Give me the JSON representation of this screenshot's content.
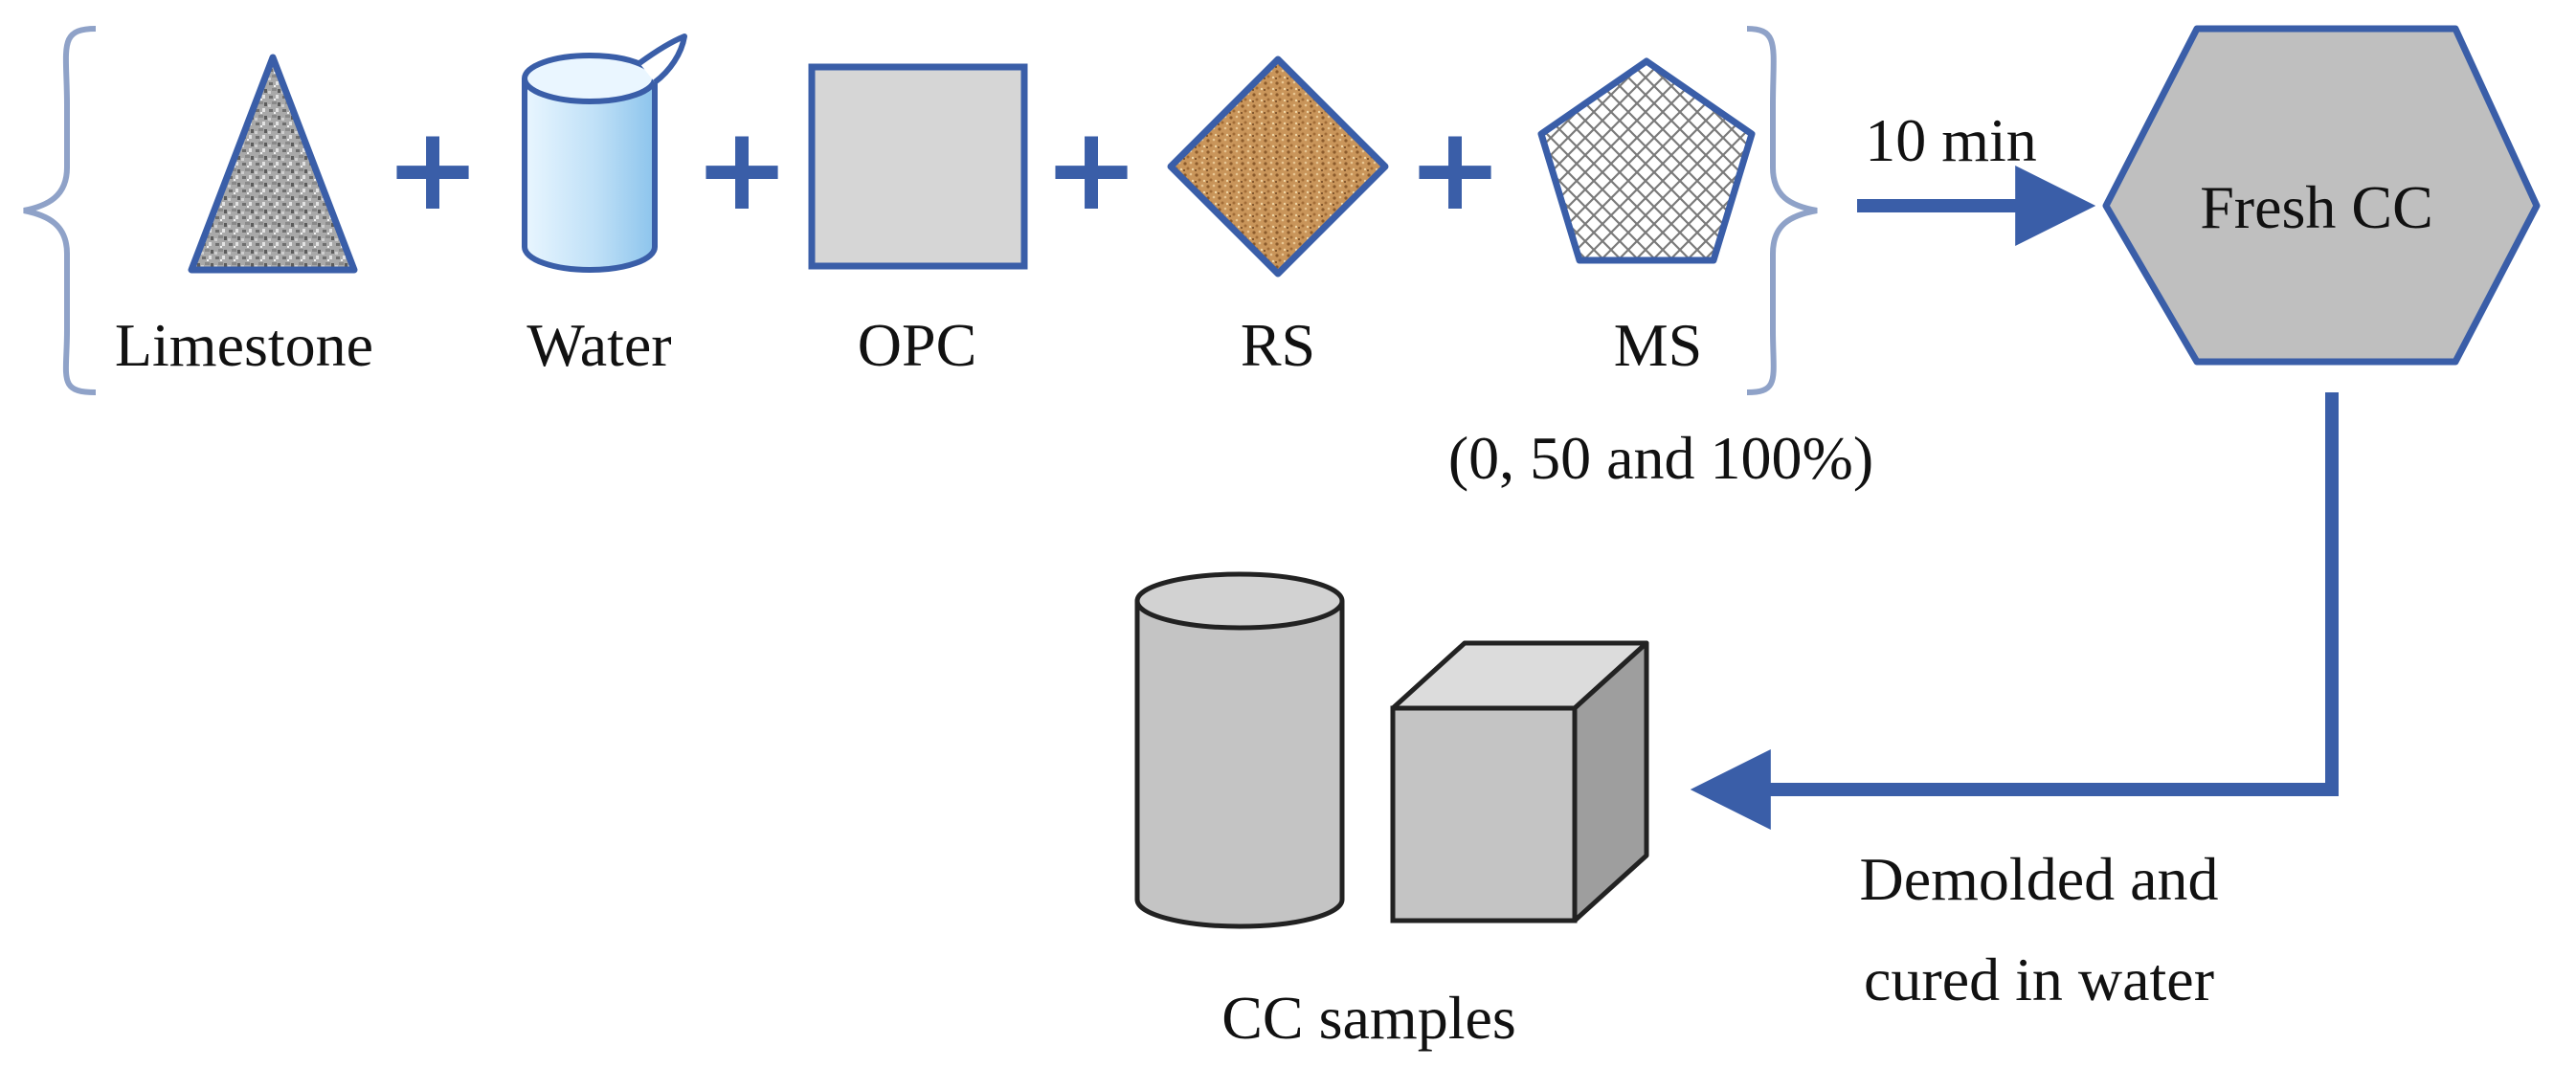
{
  "ingredients": [
    {
      "label": "Limestone",
      "icon": "limestone-triangle-icon"
    },
    {
      "label": "Water",
      "icon": "water-cylinder-icon"
    },
    {
      "label": "OPC",
      "icon": "opc-square-icon"
    },
    {
      "label": "RS",
      "icon": "rs-diamond-icon"
    },
    {
      "label": "MS",
      "icon": "ms-pentagon-icon"
    }
  ],
  "plus_symbol": "+",
  "ms_percentages": "(0, 50 and 100%)",
  "mix_time": "10 min",
  "fresh_product": "Fresh CC",
  "curing_line1": "Demolded and",
  "curing_line2": "cured in water",
  "samples_label": "CC samples",
  "colors": {
    "accent_blue": "#3a5ea8",
    "shape_gray": "#d6d6d6",
    "water_blue": "#bfe0f7",
    "sand_brown": "#c89a63",
    "brace_blue": "#8fa2c8"
  }
}
